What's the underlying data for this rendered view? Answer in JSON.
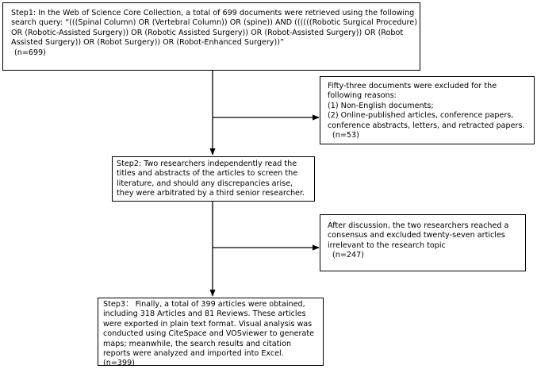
{
  "step1": {
    "lines": [
      "Step1: In the Web of Science Core Collection, a total of 699 documents were retrieved using the following",
      "search query: “(((Spinal Column) OR (Vertebral Column)) OR (spine)) AND ((((((Robotic Surgical Procedure)",
      "OR (Robotic-Assisted Surgery)) OR (Robotic Assisted Surgery)) OR (Robot-Assisted Surgery)) OR (Robot",
      "Assisted Surgery)) OR (Robot Surgery)) OR (Robot-Enhanced Surgery))”"
    ],
    "count": "(n=699)"
  },
  "exclusion1": {
    "lines": [
      "Fifty-three documents were excluded for the",
      "following reasons:",
      "(1) Non-English documents;",
      "(2) Online-published articles, conference papers,",
      "conference abstracts, letters, and retracted papers."
    ],
    "count": "(n=53)"
  },
  "step2": {
    "lines": [
      "Step2: Two researchers independently read the",
      "titles and abstracts of the articles to screen the",
      "literature, and should any discrepancies arise,",
      "they were arbitrated by a third senior researcher."
    ]
  },
  "exclusion2": {
    "lines": [
      "After discussion, the two researchers reached a",
      "consensus and excluded twenty-seven articles",
      "irrelevant to the research topic"
    ],
    "count": "(n=247)"
  },
  "step3": {
    "lines": [
      "Step3： Finally, a total of 399 articles were obtained,",
      "including 318 Articles and 81 Reviews. These articles",
      "were exported in plain text format. Visual analysis was",
      "conducted using CiteSpace and VOSviewer to generate",
      "maps; meanwhile, the search results and citation",
      "reports were analyzed and imported into Excel."
    ],
    "count": "(n=399)"
  }
}
